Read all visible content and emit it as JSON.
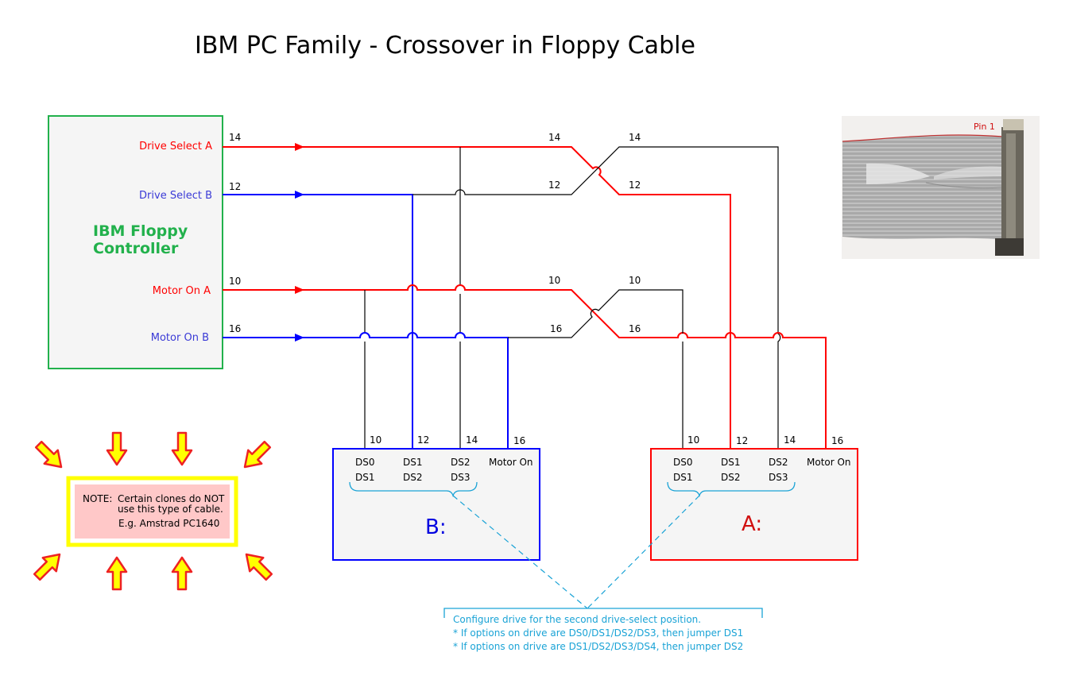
{
  "title": "IBM PC Family  -  Crossover in Floppy Cable",
  "colors": {
    "drive_a": "#ff0000",
    "drive_b": "#0000ff",
    "wire": "#000000",
    "controller_border": "#22b14c",
    "controller_text": "#22b14c",
    "box_fill": "#f5f5f5",
    "callout": "#1aa3d6",
    "note_fill": "#ffc8c8",
    "note_border": "#ffff00"
  },
  "controller": {
    "name_line1": "IBM Floppy",
    "name_line2": "Controller",
    "signals": [
      {
        "label": "Drive Select A",
        "pin": "14",
        "drive": "A"
      },
      {
        "label": "Drive Select B",
        "pin": "12",
        "drive": "B"
      },
      {
        "label": "Motor On A",
        "pin": "10",
        "drive": "A"
      },
      {
        "label": "Motor On B",
        "pin": "16",
        "drive": "B"
      }
    ]
  },
  "crossover": {
    "select_group": {
      "left_top": "14",
      "left_bottom": "12",
      "right_top": "14",
      "right_bottom": "12"
    },
    "motor_group": {
      "left_top": "10",
      "left_bottom": "16",
      "right_top": "10",
      "right_bottom": "16"
    }
  },
  "drives": [
    {
      "letter": "B:",
      "pins": [
        "10",
        "12",
        "14",
        "16"
      ],
      "ds_row1": [
        "DS0",
        "DS1",
        "DS2",
        "Motor On"
      ],
      "ds_row2": [
        "DS1",
        "DS2",
        "DS3"
      ]
    },
    {
      "letter": "A:",
      "pins": [
        "10",
        "12",
        "14",
        "16"
      ],
      "ds_row1": [
        "DS0",
        "DS1",
        "DS2",
        "Motor On"
      ],
      "ds_row2": [
        "DS1",
        "DS2",
        "DS3"
      ]
    }
  ],
  "note": {
    "prefix": "NOTE:",
    "line1": "Certain clones do NOT",
    "line2": "use this type of cable.",
    "line3": "E.g. Amstrad PC1640"
  },
  "callout": {
    "line1": "Configure drive for the second drive-select position.",
    "line2": "* If options on drive are DS0/DS1/DS2/DS3, then jumper DS1",
    "line3": "* If options on drive are DS1/DS2/DS3/DS4, then jumper DS2"
  },
  "photo": {
    "pin_label": "Pin 1",
    "description": "ribbon-cable-crossover-photo"
  }
}
